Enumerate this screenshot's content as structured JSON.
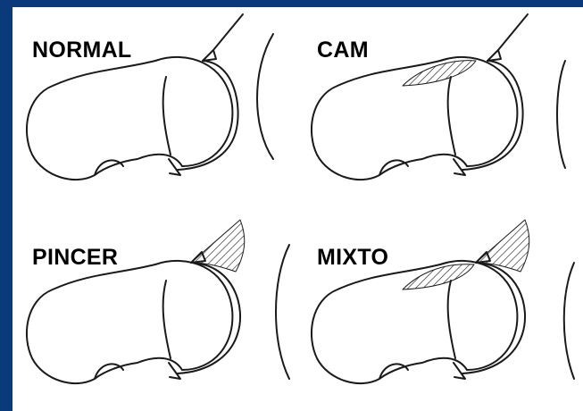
{
  "panels": [
    {
      "label": "NORMAL",
      "variant": "normal"
    },
    {
      "label": "CAM",
      "variant": "cam"
    },
    {
      "label": "PINCER",
      "variant": "pincer"
    },
    {
      "label": "MIXTO",
      "variant": "mixto"
    }
  ],
  "colors": {
    "border": "#0b3a7a",
    "background": "#ffffff",
    "line": "#1a1a1a",
    "text": "#000000"
  }
}
